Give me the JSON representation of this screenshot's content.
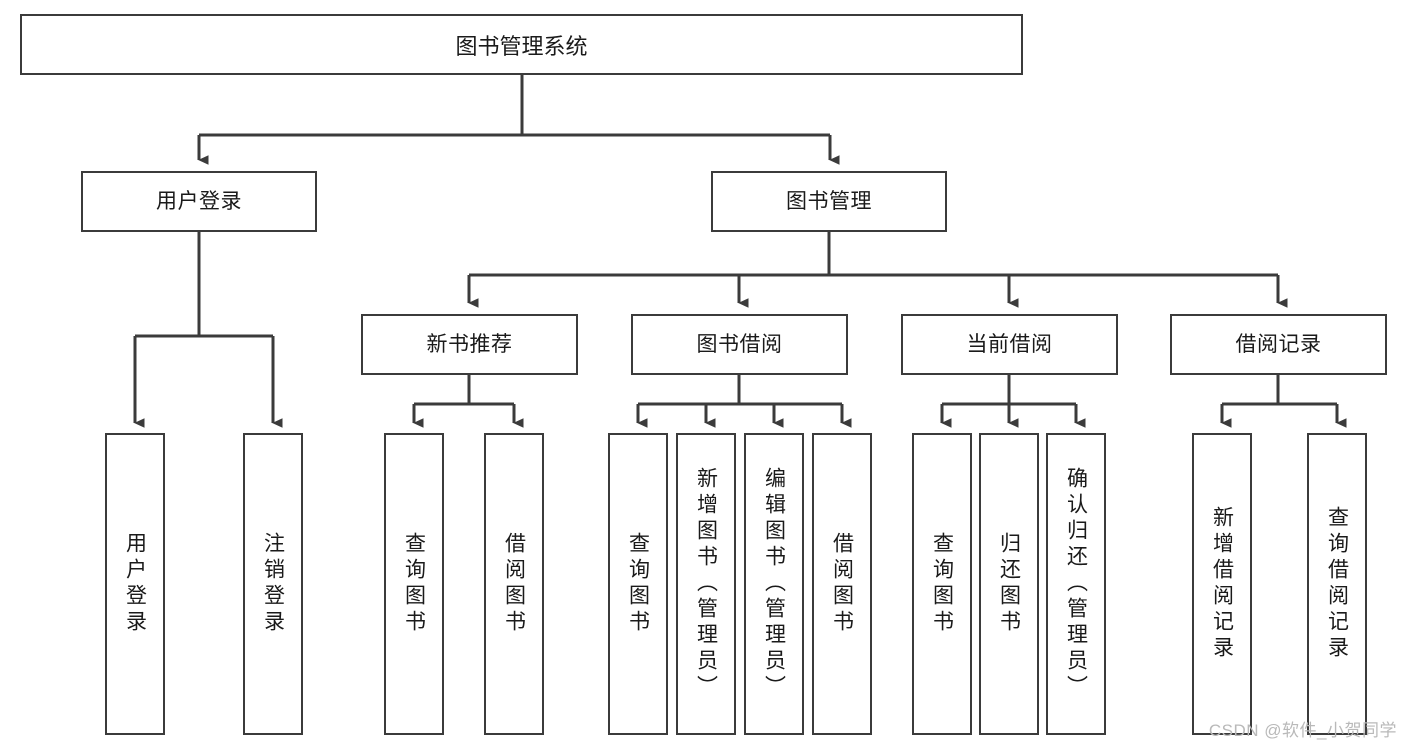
{
  "diagram": {
    "title": "图书管理系统",
    "type": "functional-decomposition-tree",
    "watermark": "CSDN @软件_小贺同学",
    "colors": {
      "background": "#ffffff",
      "box_border": "#3b3b3b",
      "box_fill": "#ffffff",
      "connector": "#3b3b3b",
      "text": "#1a1a1a",
      "watermark": "#b9b9b9"
    },
    "root": {
      "label": "图书管理系统"
    },
    "level1": [
      {
        "id": "user-login",
        "label": "用户登录"
      },
      {
        "id": "book-management",
        "label": "图书管理"
      }
    ],
    "level2": [
      {
        "id": "new-book-recommend",
        "label": "新书推荐",
        "parent": "book-management"
      },
      {
        "id": "book-borrow",
        "label": "图书借阅",
        "parent": "book-management"
      },
      {
        "id": "current-borrow",
        "label": "当前借阅",
        "parent": "book-management"
      },
      {
        "id": "borrow-record",
        "label": "借阅记录",
        "parent": "book-management"
      }
    ],
    "leaves": [
      {
        "id": "leaf-user-login",
        "label": "用户登录",
        "parent": "user-login"
      },
      {
        "id": "leaf-user-logout",
        "label": "注销登录",
        "parent": "user-login"
      },
      {
        "id": "leaf-query-book-1",
        "label": "查询图书",
        "parent": "new-book-recommend"
      },
      {
        "id": "leaf-borrow-book-1",
        "label": "借阅图书",
        "parent": "new-book-recommend"
      },
      {
        "id": "leaf-query-book-2",
        "label": "查询图书",
        "parent": "book-borrow"
      },
      {
        "id": "leaf-add-book",
        "label": "新增图书（管理员）",
        "parent": "book-borrow"
      },
      {
        "id": "leaf-edit-book",
        "label": "编辑图书（管理员）",
        "parent": "book-borrow"
      },
      {
        "id": "leaf-borrow-book-2",
        "label": "借阅图书",
        "parent": "book-borrow"
      },
      {
        "id": "leaf-query-book-3",
        "label": "查询图书",
        "parent": "current-borrow"
      },
      {
        "id": "leaf-return-book",
        "label": "归还图书",
        "parent": "current-borrow"
      },
      {
        "id": "leaf-confirm-return",
        "label": "确认归还（管理员）",
        "parent": "current-borrow"
      },
      {
        "id": "leaf-add-record",
        "label": "新增借阅记录",
        "parent": "borrow-record"
      },
      {
        "id": "leaf-query-record",
        "label": "查询借阅记录",
        "parent": "borrow-record"
      }
    ]
  }
}
